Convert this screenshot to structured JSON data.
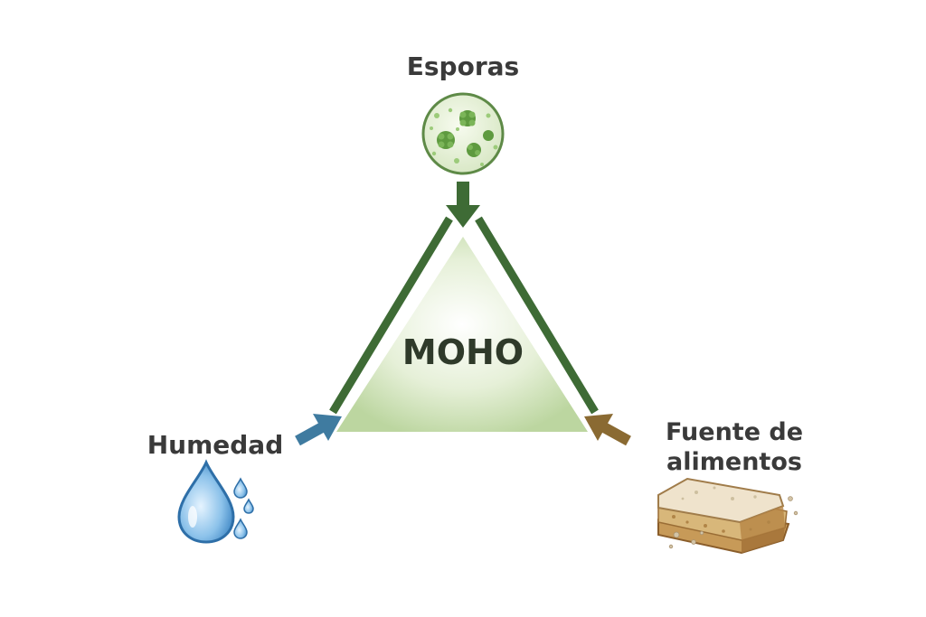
{
  "diagram": {
    "center": {
      "label": "MOHO"
    },
    "nodes": [
      {
        "id": "spores",
        "label": "Esporas",
        "icon": "spores-icon"
      },
      {
        "id": "moisture",
        "label": "Humedad",
        "icon": "water-drop-icon"
      },
      {
        "id": "food",
        "label_line1": "Fuente de",
        "label_line2": "alimentos",
        "icon": "bread-icon"
      }
    ],
    "colors": {
      "spores_arrow": "#3e6b35",
      "moisture_arrow": "#3f7ba0",
      "food_arrow": "#8a6a32",
      "triangle_edge": "#3e6b35",
      "triangle_base": "#4a5060",
      "triangle_fill": "#cfe3b8"
    }
  }
}
